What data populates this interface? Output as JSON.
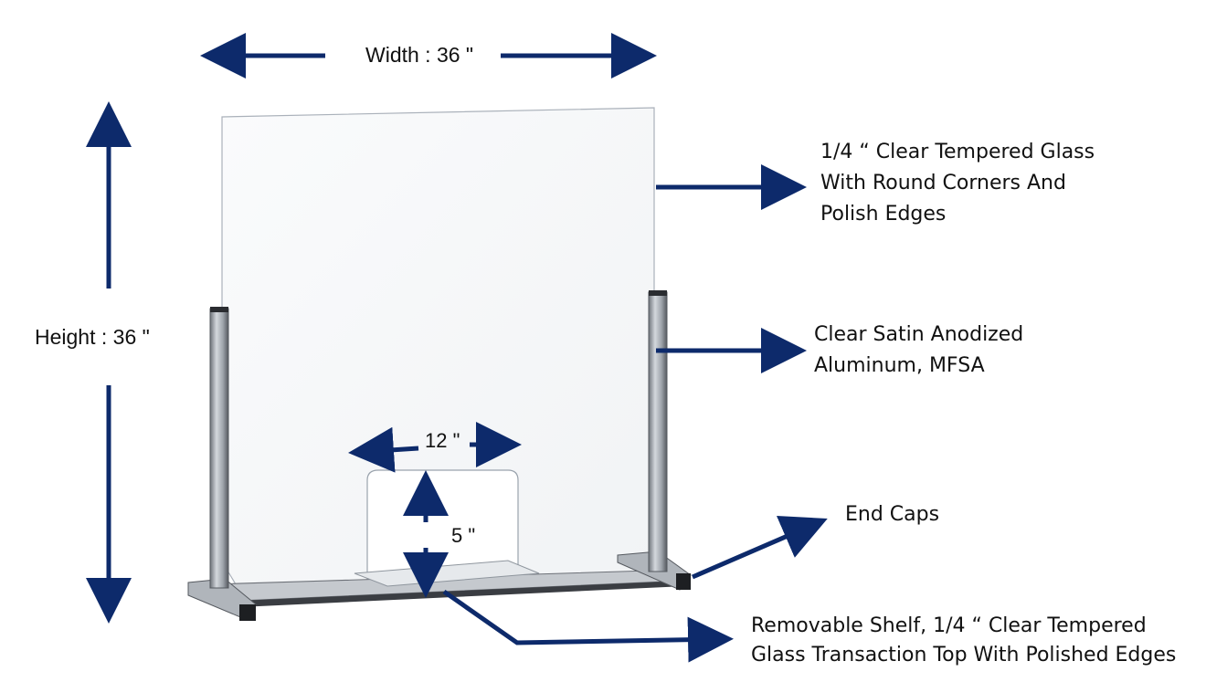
{
  "dimensions": {
    "width": "Width : 36 \"",
    "height": "Height : 36 \"",
    "opening_width": "12 \"",
    "opening_height": "5 \""
  },
  "callouts": {
    "glass": [
      "1/4 “ Clear Tempered Glass",
      "With Round Corners And",
      "Polish Edges"
    ],
    "aluminum": [
      "Clear Satin Anodized",
      "Aluminum, MFSA"
    ],
    "end_caps": [
      "End Caps"
    ],
    "shelf": [
      "Removable Shelf, 1/4 “ Clear Tempered",
      "Glass Transaction Top With Polished Edges"
    ]
  },
  "colors": {
    "arrow": "#0d2a6b",
    "post": "#b9bec6",
    "post_dark": "#3a3d42",
    "glass_edge": "#9aa3ad"
  }
}
